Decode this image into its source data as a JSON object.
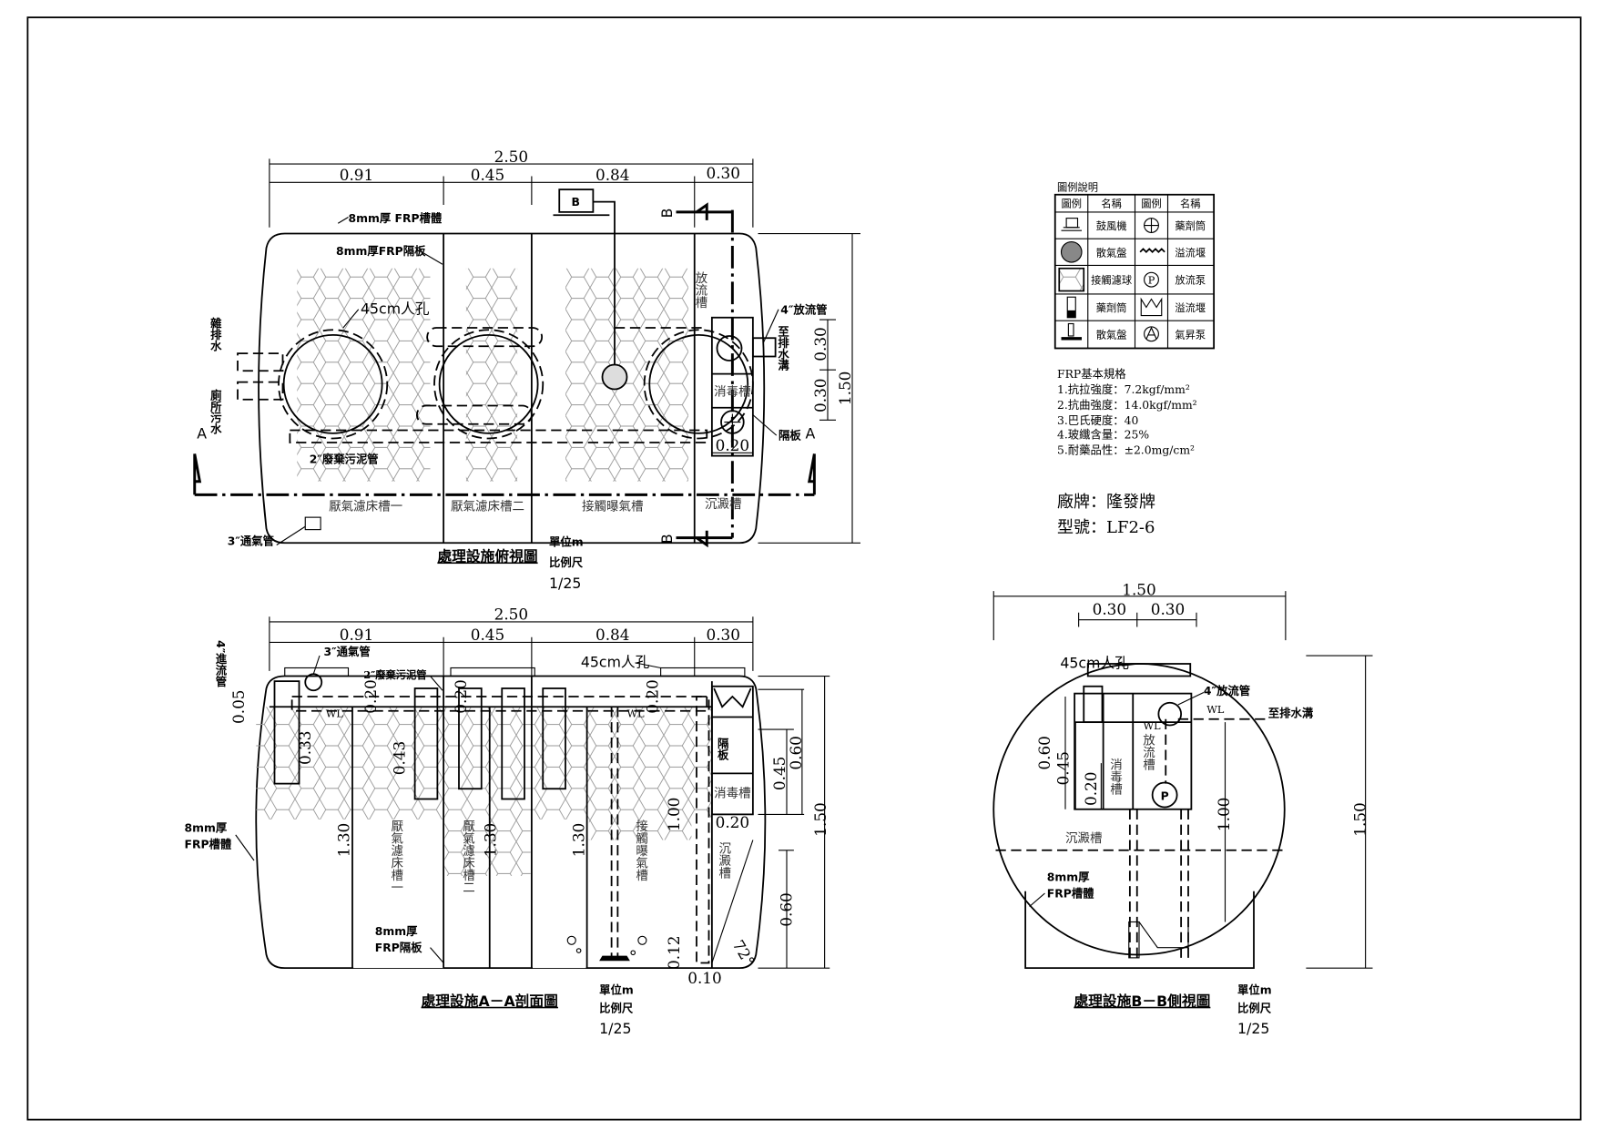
{
  "legend": {
    "title": "圖例說明",
    "headers": [
      "圖例",
      "名稱",
      "圖例",
      "名稱"
    ],
    "rows": [
      {
        "left_icon": "blower-icon",
        "left": "鼓風機",
        "right_icon": "chemical-tube-icon",
        "right": "藥劑筒"
      },
      {
        "left_icon": "diffuser-disc-icon",
        "left": "散氣盤",
        "right_icon": "overflow-weir-wave-icon",
        "right": "溢流堰"
      },
      {
        "left_icon": "contact-filter-ball-icon",
        "left": "接觸濾球",
        "right_icon": "effluent-pump-icon",
        "right": "放流泵"
      },
      {
        "left_icon": "chemical-cylinder-icon",
        "left": "藥劑筒",
        "right_icon": "overflow-weir-crown-icon",
        "right": "溢流堰"
      },
      {
        "left_icon": "diffuser-stand-icon",
        "left": "散氣盤",
        "right_icon": "air-lift-pump-icon",
        "right": "氣昇泵"
      }
    ]
  },
  "specs": {
    "title": "FRP基本規格",
    "items": [
      "1.抗拉強度：7.2kgf/mm²",
      "2.抗曲強度：14.0kgf/mm²",
      "3.巴氏硬度：40",
      "4.玻纖含量：25%",
      "5.耐藥品性：±2.0mg/cm²"
    ]
  },
  "brand": "廠牌：隆發牌",
  "model": "型號：LF2-6",
  "plan": {
    "title": "處理設施俯視圖",
    "unit": "單位m",
    "scale_label": "比例尺",
    "scale": "1/25",
    "total": "2.50",
    "segs": [
      "0.91",
      "0.45",
      "0.84",
      "0.30"
    ],
    "right_total": "1.50",
    "right_segs": [
      "0.30",
      "0.30"
    ],
    "box_width": "0.20",
    "blower": "B",
    "section_a": "A",
    "section_b": "B",
    "tank_wall": "8mm厚 FRP槽體",
    "partition": "8mm厚FRP隔板",
    "manhole": "45cm人孔",
    "inlet1": "雜排水",
    "inlet2": "廁所污水",
    "sludge_pipe": "2″廢棄污泥管",
    "vent": "3″通氣管",
    "outlet": "4″放流管",
    "to_ditch": "至排水溝",
    "baffle": "隔板",
    "effluent_tank": "放流槽",
    "disinfect_tank": "消毒槽",
    "chambers": [
      "厭氣濾床槽一",
      "厭氣濾床槽二",
      "接觸曝氣槽",
      "沉澱槽"
    ]
  },
  "section_aa": {
    "title": "處理設施A－A剖面圖",
    "unit": "單位m",
    "scale_label": "比例尺",
    "scale": "1/25",
    "total": "2.50",
    "segs": [
      "0.91",
      "0.45",
      "0.84",
      "0.30"
    ],
    "inlet": "4″進流管",
    "vent": "3″通氣管",
    "sludge_pipe": "2″廢棄污泥管",
    "manhole": "45cm人孔",
    "wall": [
      "8mm厚",
      "FRP槽體"
    ],
    "partition": [
      "8mm厚",
      "FRP隔板"
    ],
    "baffle": "隔板",
    "disinfect_tank": "消毒槽",
    "settling_tank": "沉澱槽",
    "wl": "WL",
    "chambers": [
      "厭氣濾床槽一",
      "厭氣濾床槽二",
      "接觸曝氣槽"
    ],
    "dims": {
      "d005": "0.05",
      "d020": "0.20",
      "d033": "0.33",
      "d043": "0.43",
      "d130": "1.30",
      "d100": "1.00",
      "d012": "0.12",
      "d010": "0.10",
      "box": "0.20",
      "d045": "0.45",
      "d060": "0.60",
      "d150": "1.50",
      "d060b": "0.60",
      "angle": "72°"
    }
  },
  "section_bb": {
    "title": "處理設施B－B側視圖",
    "unit": "單位m",
    "scale_label": "比例尺",
    "scale": "1/25",
    "total": "1.50",
    "segs": [
      "0.30",
      "0.30"
    ],
    "manhole": "45cm人孔",
    "outlet": "4″放流管",
    "to_ditch": "至排水溝",
    "wl": "WL",
    "effluent_tank": "放流槽",
    "disinfect_tank": "消毒槽",
    "settling_tank": "沉澱槽",
    "wall": [
      "8mm厚",
      "FRP槽體"
    ],
    "pump": "P",
    "dims": {
      "d060": "0.60",
      "d045": "0.45",
      "d020": "0.20",
      "d100": "1.00",
      "d150": "1.50"
    }
  }
}
